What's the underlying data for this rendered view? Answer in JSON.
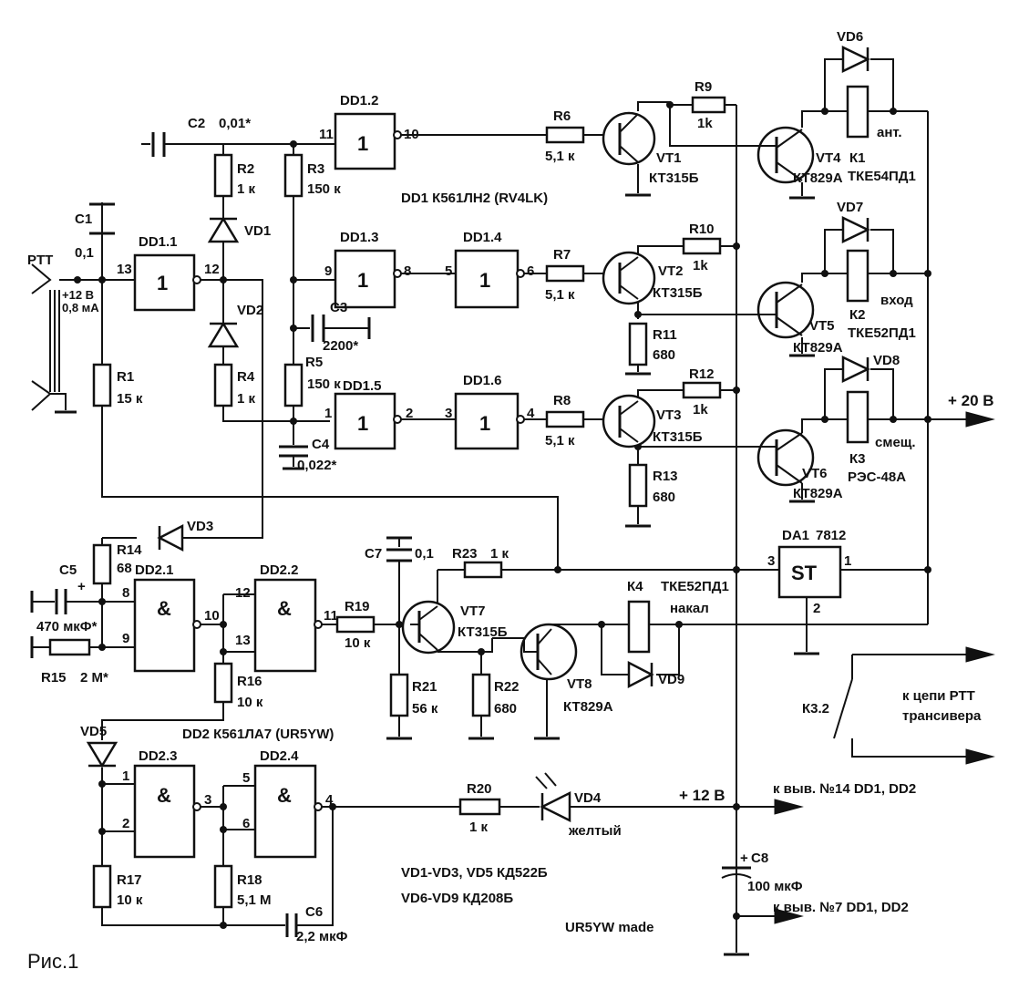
{
  "figure": {
    "caption": "Рис.1",
    "made_by": "UR5YW made"
  },
  "gates": {
    "dd1_1": {
      "name": "DD1.1",
      "sym": "1",
      "pins": [
        "13",
        "12"
      ]
    },
    "dd1_2": {
      "name": "DD1.2",
      "sym": "1",
      "pins": [
        "11",
        "10"
      ]
    },
    "dd1_3": {
      "name": "DD1.3",
      "sym": "1",
      "pins": [
        "9",
        "8"
      ]
    },
    "dd1_4": {
      "name": "DD1.4",
      "sym": "1",
      "pins": [
        "5",
        "6"
      ]
    },
    "dd1_5": {
      "name": "DD1.5",
      "sym": "1",
      "pins": [
        "1",
        "2"
      ]
    },
    "dd1_6": {
      "name": "DD1.6",
      "sym": "1",
      "pins": [
        "3",
        "4"
      ]
    },
    "dd2_1": {
      "name": "DD2.1",
      "sym": "&",
      "pins": [
        "8",
        "9",
        "10"
      ]
    },
    "dd2_2": {
      "name": "DD2.2",
      "sym": "&",
      "pins": [
        "12",
        "13",
        "11"
      ]
    },
    "dd2_3": {
      "name": "DD2.3",
      "sym": "&",
      "pins": [
        "1",
        "2",
        "3"
      ]
    },
    "dd2_4": {
      "name": "DD2.4",
      "sym": "&",
      "pins": [
        "5",
        "6",
        "4"
      ]
    }
  },
  "ic_notes": {
    "dd1": "DD1  К561ЛН2 (RV4LK)",
    "dd2": "DD2  К561ЛА7 (UR5YW)"
  },
  "resistors": {
    "r1": {
      "name": "R1",
      "value": "15 к"
    },
    "r2": {
      "name": "R2",
      "value": "1 к"
    },
    "r3": {
      "name": "R3",
      "value": "150 к"
    },
    "r4": {
      "name": "R4",
      "value": "1 к"
    },
    "r5": {
      "name": "R5",
      "value": "150 к"
    },
    "r6": {
      "name": "R6",
      "value": "5,1 к"
    },
    "r7": {
      "name": "R7",
      "value": "5,1 к"
    },
    "r8": {
      "name": "R8",
      "value": "5,1 к"
    },
    "r9": {
      "name": "R9",
      "value": "1k"
    },
    "r10": {
      "name": "R10",
      "value": "1k"
    },
    "r11": {
      "name": "R11",
      "value": "680"
    },
    "r12": {
      "name": "R12",
      "value": "1k"
    },
    "r13": {
      "name": "R13",
      "value": "680"
    },
    "r14": {
      "name": "R14",
      "value": "68"
    },
    "r15": {
      "name": "R15",
      "value": "2 М*"
    },
    "r16": {
      "name": "R16",
      "value": "10 к"
    },
    "r17": {
      "name": "R17",
      "value": "10 к"
    },
    "r18": {
      "name": "R18",
      "value": "5,1 М"
    },
    "r19": {
      "name": "R19",
      "value": "10 к"
    },
    "r20": {
      "name": "R20",
      "value": "1 к"
    },
    "r21": {
      "name": "R21",
      "value": "56 к"
    },
    "r22": {
      "name": "R22",
      "value": "680"
    },
    "r23": {
      "name": "R23",
      "value": "1 к"
    }
  },
  "capacitors": {
    "c1": {
      "name": "C1",
      "value": "0,1"
    },
    "c2": {
      "name": "C2",
      "value": "0,01*"
    },
    "c3": {
      "name": "C3",
      "value": "2200*"
    },
    "c4": {
      "name": "C4",
      "value": "0,022*"
    },
    "c5": {
      "name": "C5",
      "value": "470 мкФ*",
      "plus": "+"
    },
    "c6": {
      "name": "C6",
      "value": "2,2 мкФ"
    },
    "c7": {
      "name": "C7",
      "value": "0,1"
    },
    "c8": {
      "name": "C8",
      "value": "100 мкФ",
      "plus": "+"
    }
  },
  "diodes": {
    "vd1": "VD1",
    "vd2": "VD2",
    "vd3": "VD3",
    "vd4": "VD4",
    "vd5": "VD5",
    "vd6": "VD6",
    "vd7": "VD7",
    "vd8": "VD8",
    "vd9": "VD9",
    "vd4_color": "желтый",
    "note1": "VD1-VD3, VD5  КД522Б",
    "note2": "VD6-VD9  КД208Б"
  },
  "transistors": {
    "vt1": {
      "name": "VT1",
      "type": "КТ315Б"
    },
    "vt2": {
      "name": "VT2",
      "type": "КТ315Б"
    },
    "vt3": {
      "name": "VT3",
      "type": "КТ315Б"
    },
    "vt4": {
      "name": "VT4",
      "type": "КТ829А"
    },
    "vt5": {
      "name": "VT5",
      "type": "КТ829А"
    },
    "vt6": {
      "name": "VT6",
      "type": "КТ829А"
    },
    "vt7": {
      "name": "VT7",
      "type": "КТ315Б"
    },
    "vt8": {
      "name": "VT8",
      "type": "КТ829А"
    }
  },
  "relays": {
    "k1": {
      "name": "К1",
      "type": "ТКЕ54ПД1",
      "func": "ант."
    },
    "k2": {
      "name": "К2",
      "type": "ТКЕ52ПД1",
      "func": "вход"
    },
    "k3": {
      "name": "К3",
      "type": "РЭС-48А",
      "func": "смещ."
    },
    "k4": {
      "name": "К4",
      "type": "ТКЕ52ПД1",
      "func": "накал"
    },
    "k3_2": "К3.2"
  },
  "regulator": {
    "name": "DA1",
    "type": "7812",
    "sym": "ST",
    "pins": [
      "3",
      "1",
      "2"
    ]
  },
  "ptt": {
    "label": "PTT",
    "voltage": "+12 В",
    "current": "0,8 мА"
  },
  "power": {
    "v20": "+ 20 В",
    "v12": "+ 12 В",
    "pin14": "к выв. №14 DD1, DD2",
    "pin7": "к выв. №7 DD1, DD2",
    "ptt_chain": [
      "к цепи РТТ",
      "трансивера"
    ]
  }
}
